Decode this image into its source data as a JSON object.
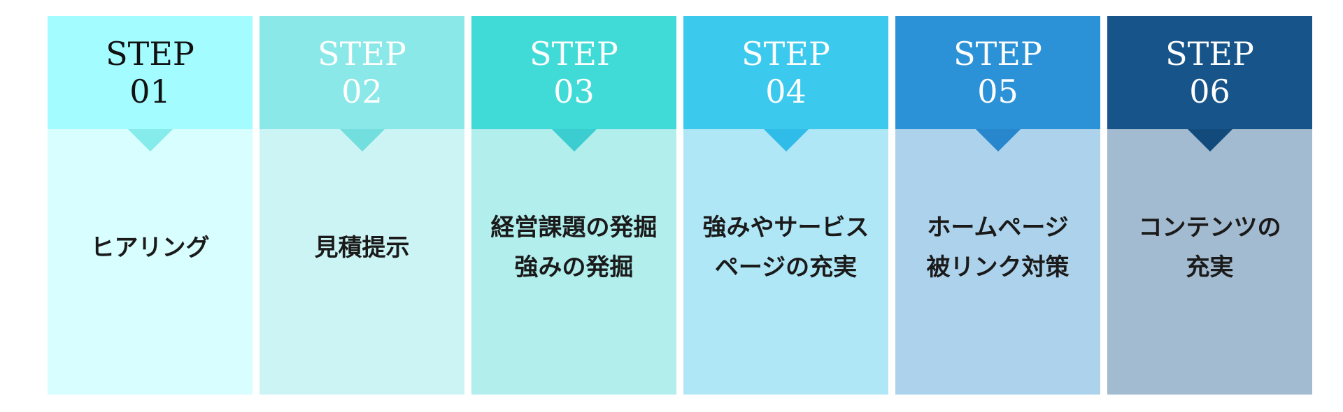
{
  "steps": [
    {
      "step_label": "STEP",
      "number": "01",
      "lines": [
        "ヒアリング"
      ],
      "colors": {
        "header_bg": "#a3fcff",
        "pointer": "#85ebeb",
        "body_bg": "#d8feff",
        "header_text": "#111111"
      }
    },
    {
      "step_label": "STEP",
      "number": "02",
      "lines": [
        "見積提示"
      ],
      "colors": {
        "header_bg": "#8be8e8",
        "pointer": "#72dede",
        "body_bg": "#cdf4f4",
        "header_text": "#ffffff"
      }
    },
    {
      "step_label": "STEP",
      "number": "03",
      "lines": [
        "経営課題の発掘",
        "強みの発掘"
      ],
      "colors": {
        "header_bg": "#40dbd7",
        "pointer": "#3bcdd0",
        "body_bg": "#b1eeec",
        "header_text": "#ffffff"
      }
    },
    {
      "step_label": "STEP",
      "number": "04",
      "lines": [
        "強みやサービス",
        "ページの充実"
      ],
      "colors": {
        "header_bg": "#3bc9ee",
        "pointer": "#30bce8",
        "body_bg": "#b0e7f6",
        "header_text": "#ffffff"
      }
    },
    {
      "step_label": "STEP",
      "number": "05",
      "lines": [
        "ホームページ",
        "被リンク対策"
      ],
      "colors": {
        "header_bg": "#2c92d8",
        "pointer": "#2886cc",
        "body_bg": "#add3ec",
        "header_text": "#ffffff"
      }
    },
    {
      "step_label": "STEP",
      "number": "06",
      "lines": [
        "コンテンツの",
        "充実"
      ],
      "colors": {
        "header_bg": "#16548a",
        "pointer": "#124a7c",
        "body_bg": "#a3bbd0",
        "header_text": "#ffffff"
      }
    }
  ]
}
